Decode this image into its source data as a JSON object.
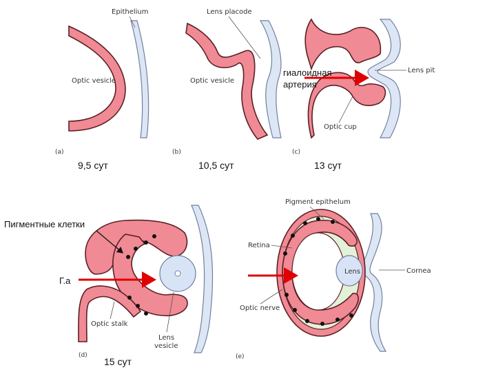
{
  "labels": {
    "epithelium": "Epithelium",
    "optic_vesicle_a": "Optic vesicle",
    "lens_placode": "Lens placode",
    "optic_vesicle_b": "Optic vesicle",
    "lens_pit": "Lens pit",
    "optic_cup": "Optic cup",
    "gialoid_l1": "гиалоидная",
    "gialoid_l2": "артерия",
    "pigment_cells": "Пигментные клетки",
    "ga": "Г.а",
    "optic_stalk": "Optic stalk",
    "lens_vesicle_l1": "Lens",
    "lens_vesicle_l2": "vesicle",
    "pigment_epithelium": "Pigment epithelum",
    "retina": "Retina",
    "lens": "Lens",
    "cornea": "Cornea",
    "optic_nerve": "Optic nerve"
  },
  "panels": {
    "a": "(a)",
    "b": "(b)",
    "c": "(c)",
    "d": "(d)",
    "e": "(e)"
  },
  "stages": {
    "a": "9,5 сут",
    "b": "10,5 сут",
    "c": "13 сут",
    "d": "15 сут"
  },
  "colors": {
    "tissue": "#f08a94",
    "epithelium": "#dde6f4",
    "arrow": "#e00000",
    "pigment_layer": "#e3f1d8"
  }
}
